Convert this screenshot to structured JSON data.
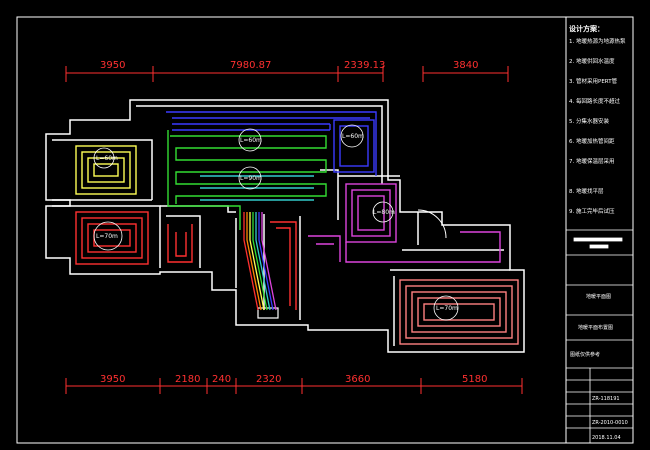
{
  "dimensions": {
    "top": [
      "3950",
      "7980.87",
      "2339.13",
      "3840"
    ],
    "bottom": [
      "3950",
      "2180",
      "240",
      "2320",
      "3660",
      "5180"
    ]
  },
  "design_notes": {
    "title": "设计方案：",
    "lines": [
      "1. 地暖热源为地源热泵",
      "2. 地暖供回水温度",
      "3. 管材采用PERT管",
      "4. 每回路长度不超过",
      "5. 分集水器安装",
      "6. 地暖加热管间距",
      "7. 地暖保温层采用",
      "8. 地暖找平层",
      "9. 施工完毕后试压"
    ]
  },
  "rooms": [
    {
      "label": "L=60m"
    },
    {
      "label": "L=70m"
    },
    {
      "label": "L=60m"
    },
    {
      "label": "L=90m"
    },
    {
      "label": "L=60m"
    },
    {
      "label": "L=80m"
    },
    {
      "label": "L=70m"
    }
  ],
  "title_block": {
    "company": "地暖平面图",
    "drawing_name": "地暖平面布置图",
    "note": "图纸仅供参考",
    "number": "ZR-118191",
    "code": "ZR-2010-0010",
    "date": "2018.11.04"
  },
  "colors": {
    "walls": "#ffffff",
    "dimension": "#ff3030",
    "pipe_blue": "#3b3bff",
    "pipe_green": "#33dd33",
    "pipe_red": "#ff3030",
    "pipe_yellow": "#ffff55",
    "pipe_magenta": "#dd44dd",
    "pipe_pink": "#ff8080"
  }
}
